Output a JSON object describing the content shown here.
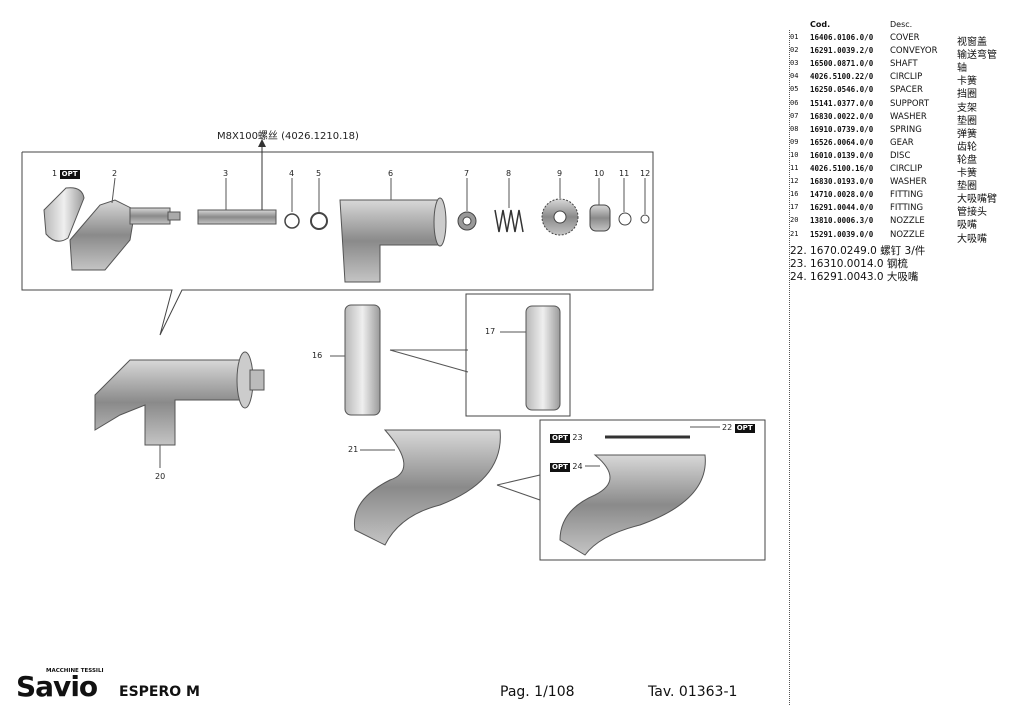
{
  "diagram": {
    "bolt_callout": "M8X100螺丝 (4026.1210.18)",
    "opt_label": "OPT",
    "callouts": [
      "1",
      "2",
      "3",
      "4",
      "5",
      "6",
      "7",
      "8",
      "9",
      "10",
      "11",
      "12",
      "16",
      "17",
      "20",
      "21",
      "22",
      "23",
      "24"
    ]
  },
  "parts_list": {
    "header_code": "Cod.",
    "header_desc": "Desc.",
    "rows": [
      {
        "idx": "01",
        "code": "16406.0106.0/0",
        "desc": "COVER",
        "cn": "视窗盖"
      },
      {
        "idx": "02",
        "code": "16291.0039.2/0",
        "desc": "CONVEYOR",
        "cn": "输送弯管"
      },
      {
        "idx": "03",
        "code": "16500.0871.0/0",
        "desc": "SHAFT",
        "cn": "轴"
      },
      {
        "idx": "04",
        "code": "4026.5100.22/0",
        "desc": "CIRCLIP",
        "cn": "卡簧"
      },
      {
        "idx": "05",
        "code": "16250.0546.0/0",
        "desc": "SPACER",
        "cn": "挡圈"
      },
      {
        "idx": "06",
        "code": "15141.0377.0/0",
        "desc": "SUPPORT",
        "cn": "支架"
      },
      {
        "idx": "07",
        "code": "16830.0022.0/0",
        "desc": "WASHER",
        "cn": "垫圈"
      },
      {
        "idx": "08",
        "code": "16910.0739.0/0",
        "desc": "SPRING",
        "cn": "弹簧"
      },
      {
        "idx": "09",
        "code": "16526.0064.0/0",
        "desc": "GEAR",
        "cn": "齿轮"
      },
      {
        "idx": "10",
        "code": "16010.0139.0/0",
        "desc": "DISC",
        "cn": "轮盘"
      },
      {
        "idx": "11",
        "code": "4026.5100.16/0",
        "desc": "CIRCLIP",
        "cn": "卡簧"
      },
      {
        "idx": "12",
        "code": "16830.0193.0/0",
        "desc": "WASHER",
        "cn": "垫圈"
      },
      {
        "idx": "16",
        "code": "14710.0028.0/0",
        "desc": "FITTING",
        "cn": "大吸嘴臂"
      },
      {
        "idx": "17",
        "code": "16291.0044.0/0",
        "desc": "FITTING",
        "cn": "管接头"
      },
      {
        "idx": "20",
        "code": "13810.0006.3/0",
        "desc": "NOZZLE",
        "cn": "吸嘴"
      },
      {
        "idx": "21",
        "code": "15291.0039.0/0",
        "desc": "NOZZLE",
        "cn": "大吸嘴"
      }
    ],
    "extra": [
      "22. 1670.0249.0 螺钉 3/件",
      "23. 16310.0014.0 钢梳",
      "24. 16291.0043.0 大吸嘴"
    ]
  },
  "footer": {
    "brand_small": "MACCHINE TESSILI",
    "brand": "Savio",
    "model": "ESPERO M",
    "page": "Pag. 1/108",
    "table": "Tav. 01363-1"
  }
}
